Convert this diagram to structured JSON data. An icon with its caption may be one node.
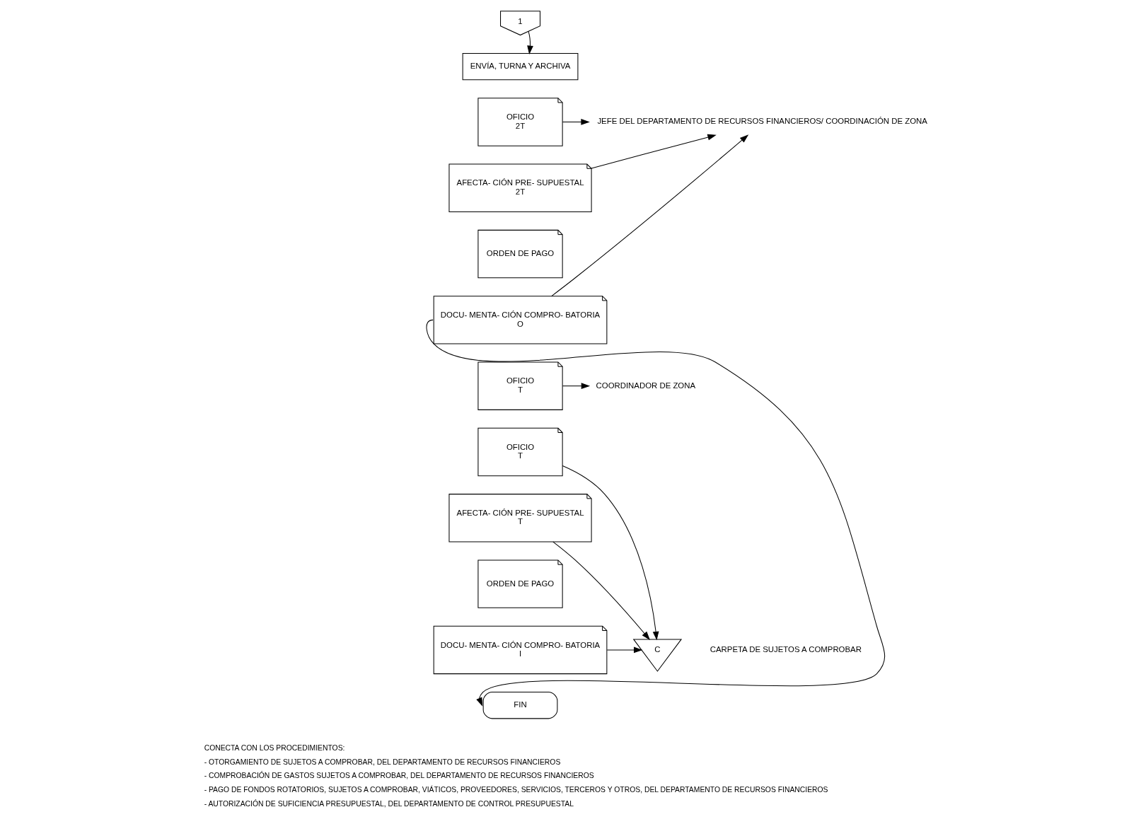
{
  "diagram": {
    "nodes": [
      {
        "text": [
          "1"
        ]
      },
      {
        "text": [
          "ENVÍA, TURNA Y ARCHIVA"
        ]
      },
      {
        "text": [
          "OFICIO",
          "2T"
        ]
      },
      {
        "text": [
          "AFECTA- CIÓN PRE- SUPUESTAL",
          "2T"
        ]
      },
      {
        "text": [
          "ORDEN DE PAGO"
        ]
      },
      {
        "text": [
          "DOCU- MENTA- CIÓN COMPRO- BATORIA",
          "O"
        ]
      },
      {
        "text": [
          "JEFE DEL DEPARTAMENTO DE RECURSOS FINANCIEROS/ COORDINACIÓN DE ZONA"
        ]
      },
      {
        "text": [
          "OFICIO",
          "T"
        ]
      },
      {
        "text": [
          "COORDINADOR DE ZONA"
        ]
      },
      {
        "text": [
          "OFICIO",
          "T"
        ]
      },
      {
        "text": [
          "AFECTA- CIÓN PRE- SUPUESTAL",
          "T"
        ]
      },
      {
        "text": [
          "ORDEN DE PAGO"
        ]
      },
      {
        "text": [
          "DOCU- MENTA- CIÓN COMPRO- BATORIA",
          "I"
        ]
      },
      {
        "text": [
          "C"
        ],
        "beside": [
          "CARPETA DE SUJETOS A COMPROBAR"
        ]
      },
      {
        "text": [
          "FIN"
        ]
      }
    ],
    "edges": [
      {
        "from": 0,
        "to": 1,
        "arrow": "to"
      },
      {
        "from": 2,
        "to": 6,
        "arrow": "to"
      },
      {
        "from": 3,
        "to": 6,
        "arrow": "to"
      },
      {
        "from": 5,
        "to": 6,
        "arrow": "to"
      },
      {
        "from": 7,
        "to": 8,
        "arrow": "to"
      },
      {
        "from": 9,
        "to": 13,
        "arrow": "to"
      },
      {
        "from": 10,
        "to": 13,
        "arrow": "to"
      },
      {
        "from": 12,
        "to": 13,
        "arrow": "to"
      },
      {
        "from": 5,
        "to": 14,
        "arrow": "to"
      }
    ],
    "labels": [
      "CONECTA CON LOS PROCEDIMIENTOS:",
      "- OTORGAMIENTO DE SUJETOS A COMPROBAR, DEL DEPARTAMENTO DE RECURSOS FINANCIEROS",
      "- COMPROBACIÓN DE GASTOS SUJETOS A COMPROBAR, DEL DEPARTAMENTO DE RECURSOS FINANCIEROS",
      "- PAGO DE FONDOS ROTATORIOS, SUJETOS A COMPROBAR, VIÁTICOS, PROVEEDORES, SERVICIOS, TERCEROS Y OTROS, DEL DEPARTAMENTO DE RECURSOS FINANCIEROS",
      "- AUTORIZACIÓN DE SUFICIENCIA PRESUPUESTAL, DEL DEPARTAMENTO DE CONTROL PRESUPUESTAL"
    ]
  }
}
